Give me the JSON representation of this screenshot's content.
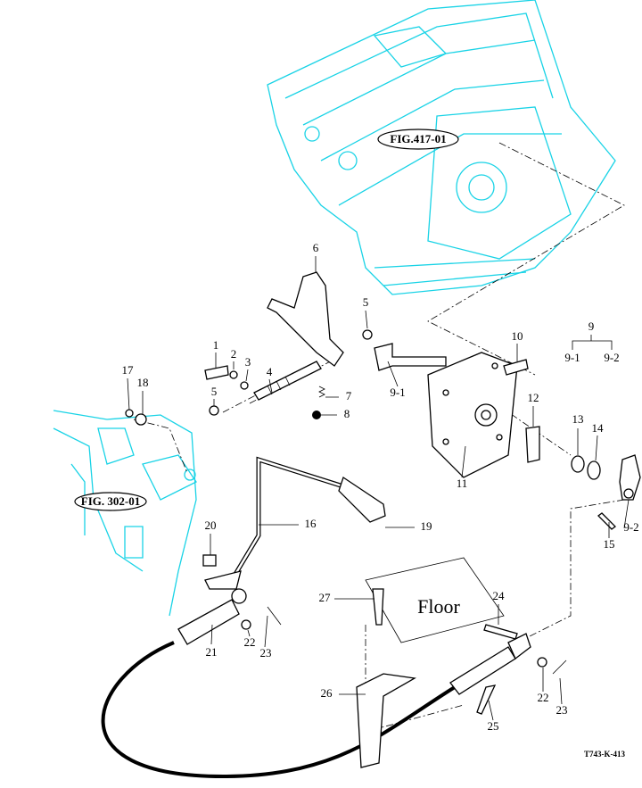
{
  "figure_refs": {
    "transmission": "FIG.417-01",
    "pedal_bracket": "FIG. 302-01"
  },
  "floor_label": "Floor",
  "drawing_code": "T743-K-413",
  "callouts": [
    "1",
    "2",
    "3",
    "4",
    "5",
    "5",
    "6",
    "7",
    "8",
    "9",
    "9-1",
    "9-2",
    "9-1",
    "10",
    "11",
    "12",
    "13",
    "14",
    "15",
    "16",
    "17",
    "18",
    "19",
    "20",
    "21",
    "22",
    "23",
    "22",
    "23",
    "24",
    "25",
    "26",
    "27",
    "9-2"
  ],
  "colors": {
    "reference_parts": "#19d3e6",
    "parts": "#000000"
  }
}
